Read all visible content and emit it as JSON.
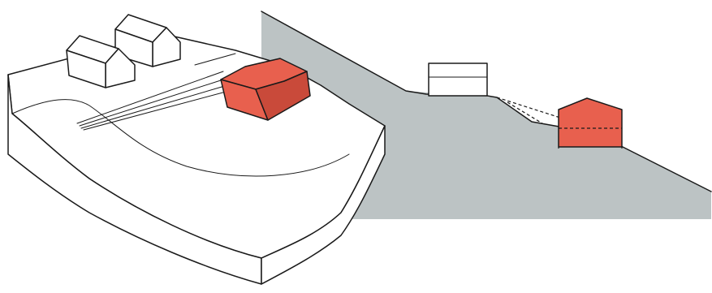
{
  "colors": {
    "background": "#ffffff",
    "section_fill": "#bcc3c4",
    "highlight_house": "#e8604e",
    "highlight_house_dark": "#c94a3a",
    "ink": "#1a1a1a",
    "building_fill": "#ffffff"
  },
  "scene": {
    "left_view": "3d-terrain-block",
    "right_view": "cross-section",
    "highlighted_element": "red-house"
  }
}
